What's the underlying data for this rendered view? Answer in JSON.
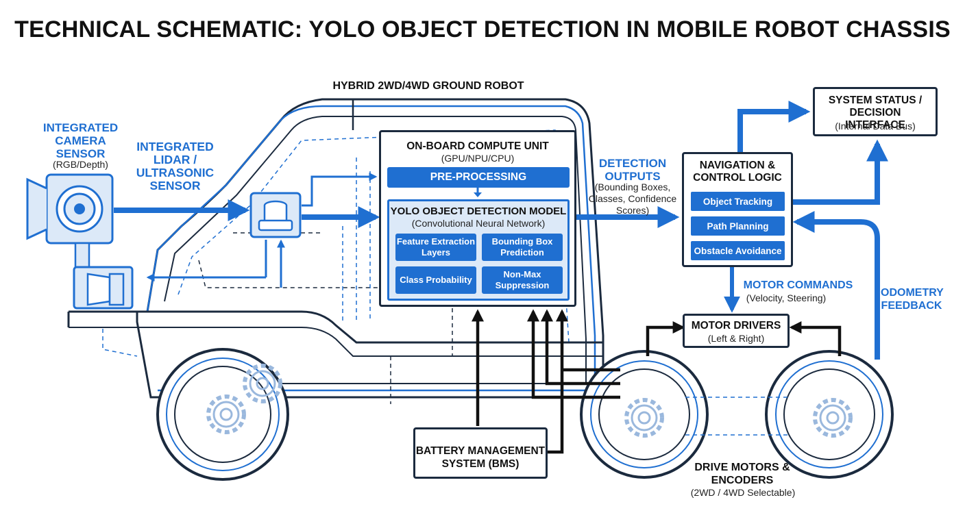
{
  "title": "TECHNICAL SCHEMATIC: YOLO OBJECT DETECTION IN MOBILE ROBOT CHASSIS",
  "robot_label": "HYBRID 2WD/4WD GROUND ROBOT",
  "camera": {
    "title": "INTEGRATED CAMERA SENSOR",
    "sub": "(RGB/Depth)"
  },
  "lidar": {
    "title": "INTEGRATED LIDAR / ULTRASONIC SENSOR"
  },
  "compute": {
    "title": "ON-BOARD COMPUTE UNIT",
    "sub": "(GPU/NPU/CPU)",
    "preprocessing": "PRE-PROCESSING",
    "yolo_title": "YOLO OBJECT DETECTION MODEL",
    "yolo_sub": "(Convolutional Neural Network)",
    "blocks": [
      "Feature Extraction Layers",
      "Bounding Box Prediction",
      "Class Probability",
      "Non-Max Suppression"
    ]
  },
  "detection": {
    "title": "DETECTION OUTPUTS",
    "sub": "(Bounding Boxes, Classes, Confidence Scores)"
  },
  "navigation": {
    "title": "NAVIGATION & CONTROL LOGIC",
    "items": [
      "Object Tracking",
      "Path Planning",
      "Obstacle Avoidance"
    ]
  },
  "status": {
    "title": "SYSTEM STATUS / DECISION INTERFACE",
    "sub": "(Internal Data Bus)"
  },
  "motor_commands": {
    "title": "MOTOR COMMANDS",
    "sub": "(Velocity, Steering)"
  },
  "odometry": {
    "title": "ODOMETRY FEEDBACK"
  },
  "motor_drivers": {
    "title": "MOTOR DRIVERS",
    "sub": "(Left & Right)"
  },
  "bms": {
    "title": "BATTERY MANAGEMENT SYSTEM (BMS)"
  },
  "drive_motors": {
    "title": "DRIVE MOTORS & ENCODERS",
    "sub": "(2WD / 4WD Selectable)"
  },
  "colors": {
    "accent": "#1f6fd1",
    "dark": "#1b2a3e",
    "light": "#dce9f8"
  }
}
